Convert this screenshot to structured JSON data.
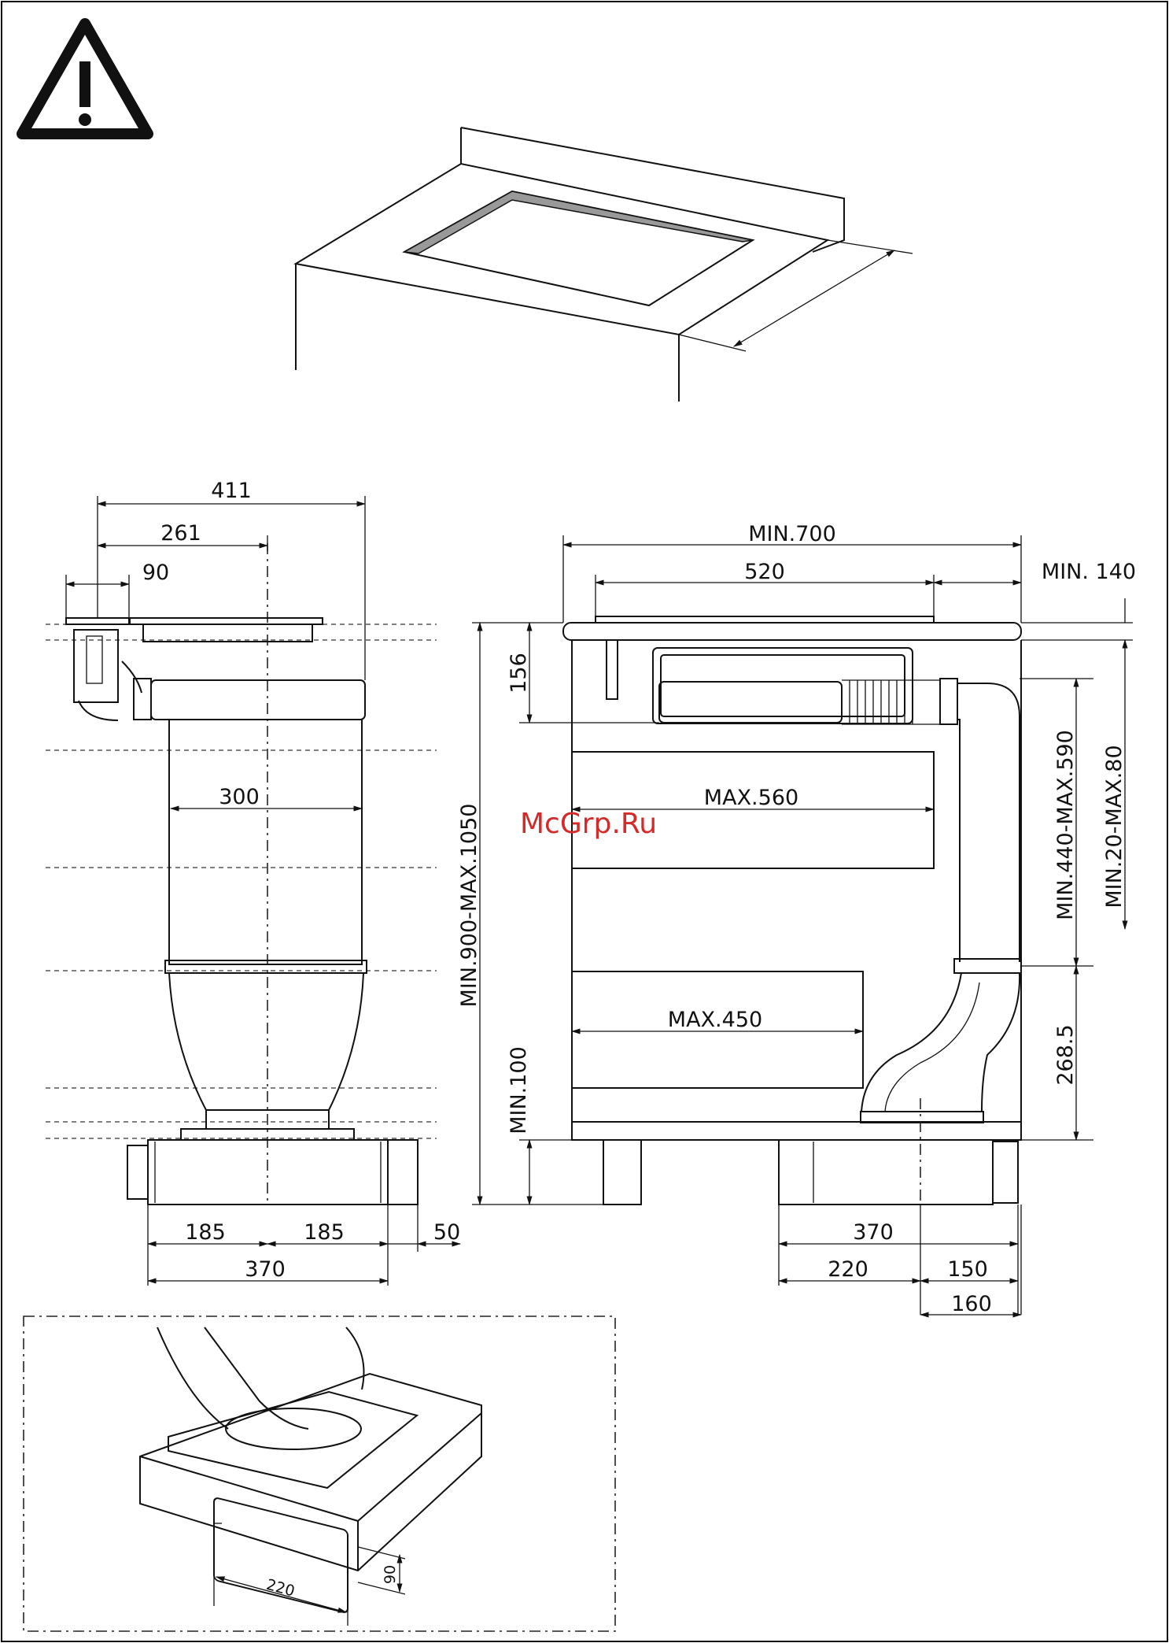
{
  "watermark": "McGrp.Ru",
  "warning_icon": "warning-triangle-icon",
  "side_view": {
    "dims": {
      "d411": "411",
      "d261": "261",
      "d90": "90",
      "d300": "300",
      "d185a": "185",
      "d185b": "185",
      "d50": "50",
      "d370": "370"
    }
  },
  "front_view": {
    "dims": {
      "min700": "MIN.700",
      "d520": "520",
      "min140": "MIN. 140",
      "d156": "156",
      "max560": "MAX.560",
      "max450": "MAX.450",
      "min900": "MIN.900-MAX.1050",
      "min100": "MIN.100",
      "min440": "MIN.440-MAX.590",
      "min20": "MIN.20-MAX.80",
      "d2685": "268.5",
      "d370": "370",
      "d220": "220",
      "d150": "150",
      "d160": "160"
    }
  },
  "detail_view": {
    "dims": {
      "d220": "220",
      "d90": "90"
    }
  }
}
